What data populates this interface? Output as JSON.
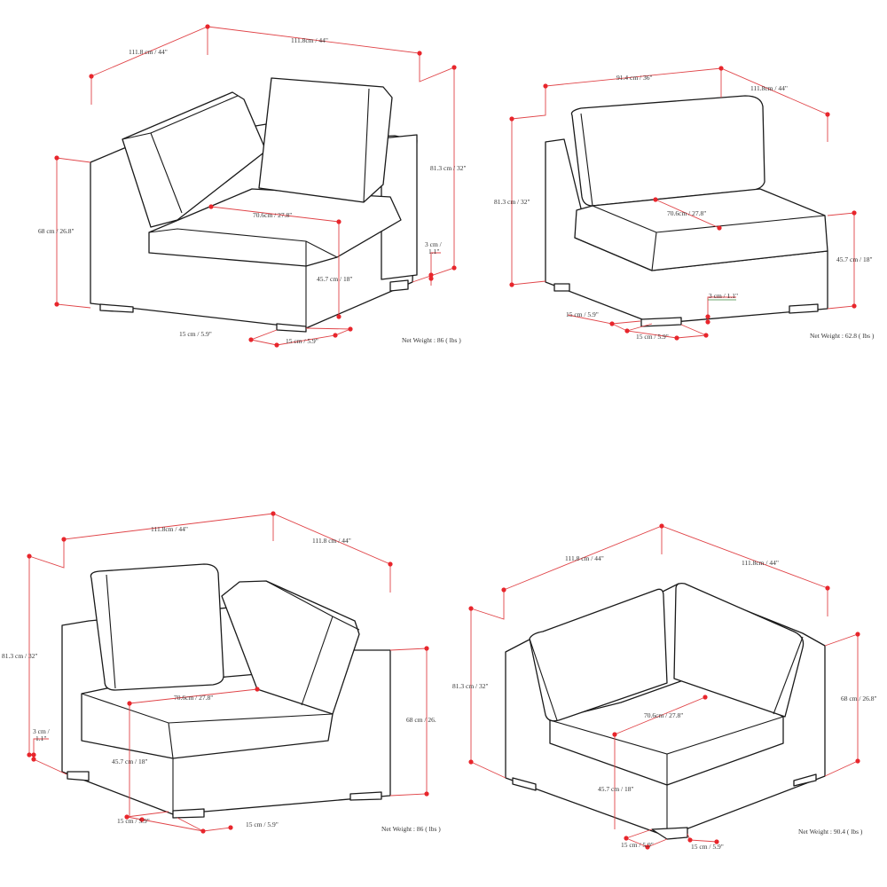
{
  "colors": {
    "dimension": "#e04448",
    "dot": "#e8262c",
    "outline": "#1a1a1a"
  },
  "views": [
    {
      "labels": {
        "depth": "111.8 cm / 44\"",
        "width": "111.8cm / 44\"",
        "height": "81.3 cm / 32\"",
        "arm_height": "68 cm / 26.8\"",
        "seat_depth": "70.6cm / 27.8\"",
        "seat_height": "45.7 cm / 18\"",
        "leg_height_a": "3 cm /",
        "leg_height_b": "1.1\"",
        "leg_a": "15 cm / 5.9\"",
        "leg_b": "15 cm / 5.9\"",
        "weight": "Net Weight : 86 ( lbs )"
      }
    },
    {
      "labels": {
        "width": "91.4 cm / 36\"",
        "depth": "111.8cm / 44\"",
        "height": "81.3 cm / 32\"",
        "seat_depth": "70.6cm / 27.8\"",
        "seat_height": "45.7 cm / 18\"",
        "leg_height": "3 cm / 1.1\"",
        "leg_a": "15 cm / 5.9\"",
        "leg_b": "15 cm / 5.9\"",
        "weight": "Net Weight : 62.8 ( lbs )"
      }
    },
    {
      "labels": {
        "width": "111.8cm / 44\"",
        "depth": "111.8 cm / 44\"",
        "height": "81.3 cm / 32\"",
        "leg_height_a": "3 cm /",
        "leg_height_b": "1.1\"",
        "seat_depth": "70.6cm / 27.8\"",
        "arm_height": "68 cm / 26.",
        "seat_height": "45.7 cm / 18\"",
        "leg_a": "15 cm / 5.9\"",
        "leg_b": "15 cm / 5.9\"",
        "weight": "Net Weight : 86 ( lbs )"
      }
    },
    {
      "labels": {
        "depth_left": "111.8 cm / 44\"",
        "depth_right": "111.8cm / 44\"",
        "height": "81.3 cm / 32\"",
        "arm_height": "68 cm / 26.8\"",
        "seat_depth": "70.6cm / 27.8\"",
        "seat_height": "45.7 cm / 18\"",
        "leg_a": "15 cm / 5.9\"",
        "leg_b": "15 cm / 5.9\"",
        "weight": "Net Weight : 90.4 ( lbs )"
      }
    }
  ]
}
